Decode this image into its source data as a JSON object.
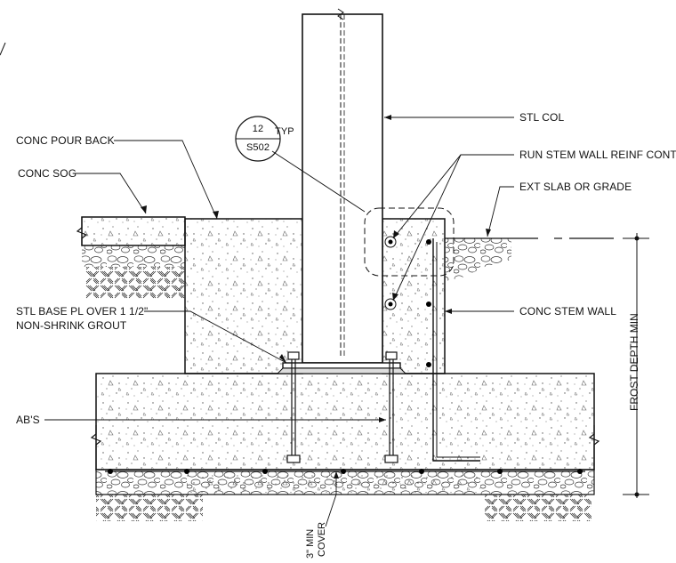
{
  "labels": {
    "stl_col": "STL COL",
    "conc_pour_back": "CONC POUR BACK",
    "conc_sog": "CONC SOG",
    "run_stem_wall_reinf": "RUN STEM WALL REINF CONT",
    "ext_slab_or_grade": "EXT SLAB OR GRADE",
    "stl_base_pl_line1": "STL BASE PL OVER 1 1/2\"",
    "stl_base_pl_line2": "NON-SHRINK GROUT",
    "conc_stem_wall": "CONC STEM WALL",
    "abs": "AB'S",
    "frost_depth": "FROST DEPTH MIN",
    "cover_line1": "3\" MIN",
    "cover_line2": "COVER"
  },
  "detail_callout": {
    "number": "12",
    "sheet": "S502",
    "typ": "TYP"
  },
  "colors": {
    "line": "#111111",
    "concrete_speckle": "#555555",
    "gravel": "#333333",
    "soil_hatch": "#222222",
    "rebar": "#000000"
  }
}
